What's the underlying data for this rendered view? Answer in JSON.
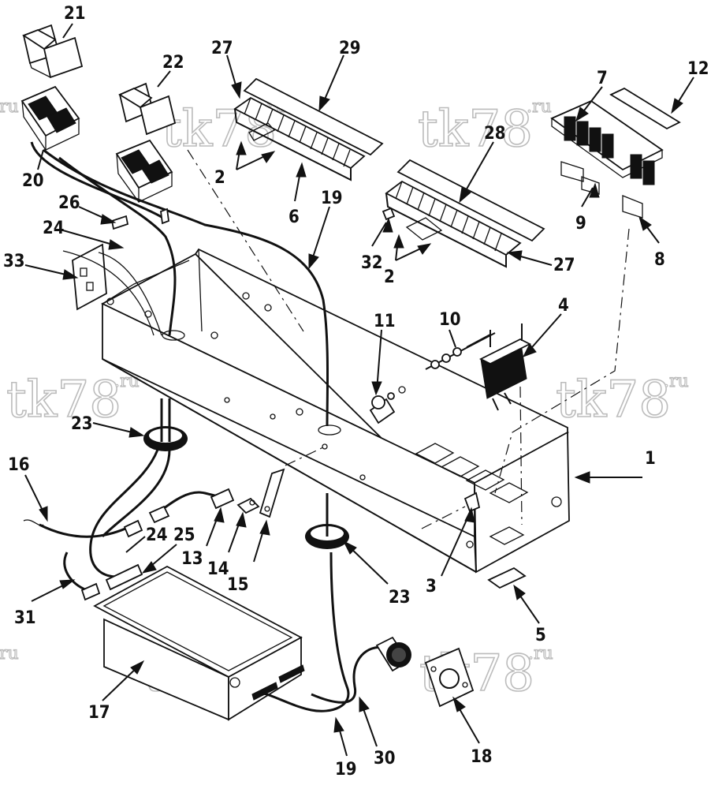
{
  "watermark": {
    "main": "tk78",
    "suffix": ".ru"
  },
  "callouts": [
    "1",
    "2",
    "2",
    "3",
    "4",
    "5",
    "6",
    "7",
    "8",
    "9",
    "10",
    "11",
    "12",
    "13",
    "14",
    "15",
    "16",
    "17",
    "18",
    "19",
    "19",
    "20",
    "21",
    "22",
    "23",
    "23",
    "24",
    "24",
    "25",
    "26",
    "27",
    "27",
    "28",
    "29",
    "30",
    "31",
    "32",
    "33"
  ]
}
